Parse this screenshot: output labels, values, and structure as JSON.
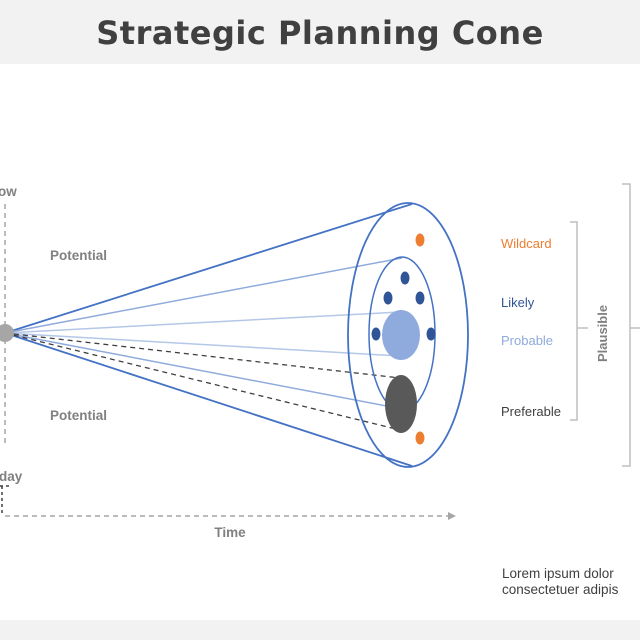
{
  "header": {
    "title": "Strategic Planning Cone"
  },
  "axis": {
    "now_label": "ow",
    "today_label": "day",
    "time_label": "Time"
  },
  "cone": {
    "upper_label": "Potential",
    "lower_label": "Potential"
  },
  "categories": {
    "wildcard": {
      "label": "Wildcard",
      "color": "#ed7d31"
    },
    "likely": {
      "label": "Likely",
      "color": "#2f5597"
    },
    "probable": {
      "label": "Probable",
      "color": "#8faadc"
    },
    "preferable": {
      "label": "Preferable",
      "color": "#404040"
    }
  },
  "bracket_label": "Plausible",
  "note": {
    "line1": "Lorem ipsum dolor",
    "line2": "consectetuer adipis"
  },
  "colors": {
    "cone_outline": "#4472c4",
    "inner_lines": "#a9bde6",
    "likely_dots": "#2f5597",
    "probable_circle": "#8faadc",
    "preferable_ellipse": "#595959",
    "wildcard_dots": "#ed7d31",
    "origin_dot": "#a6a6a6",
    "bracket": "#bfbfbf"
  }
}
